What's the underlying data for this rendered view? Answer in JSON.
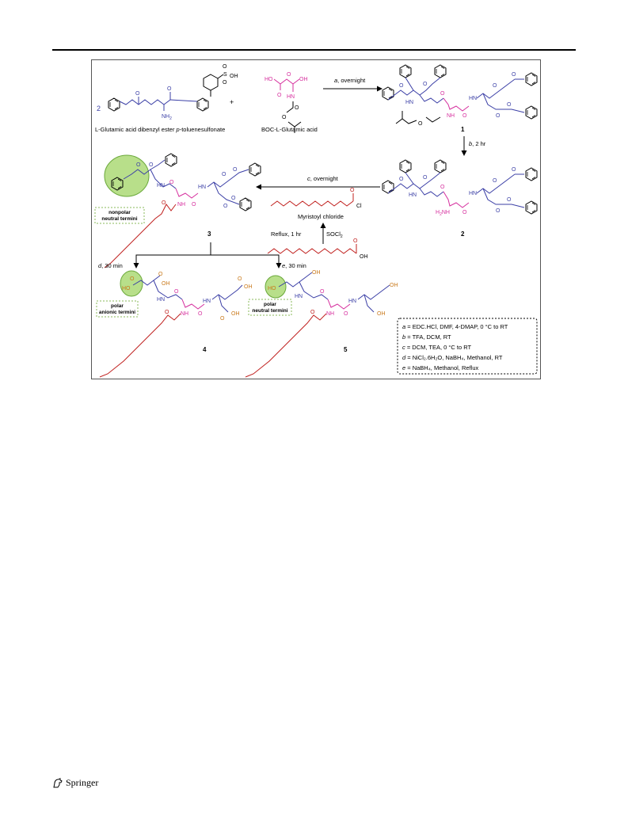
{
  "colors": {
    "blue": "#3b3fa6",
    "magenta": "#d62f9e",
    "red": "#c0201e",
    "orange": "#c9781a",
    "highlight": "#b8df8a",
    "highlight_stroke": "#6aa83a",
    "label_box_stroke": "#8ab85a"
  },
  "reactants": {
    "coefficient": "2",
    "glutamic_ester_name": "L-Glutamic acid dibenzyl ester ",
    "glutamic_ester_name_italic": "p",
    "glutamic_ester_name_tail": "-toluenesulfonate",
    "plus": "+",
    "boc_name": "BOC-L-Glutamic acid"
  },
  "steps": {
    "a": {
      "letter": "a",
      "text": ", overnight"
    },
    "b": {
      "letter": "b",
      "text": ", 2 hr"
    },
    "c": {
      "letter": "c",
      "text": ", overnight"
    },
    "d": {
      "letter": "d",
      "text": ", 30 min"
    },
    "e": {
      "letter": "e",
      "text": ", 30 min"
    }
  },
  "atoms": {
    "nh": "NH",
    "hn": "HN",
    "nh2": "NH",
    "h2n": "H",
    "two": "2",
    "o": "O",
    "oh": "OH",
    "ho": "HO",
    "cl": "Cl",
    "s": "S",
    "soh": "OH"
  },
  "compounds": {
    "c1": "1",
    "c2": "2",
    "c3": "3",
    "c4": "4",
    "c5": "5"
  },
  "myristoyl": {
    "name": "Myristoyl chloride",
    "reflux": "Reflux, 1 hr",
    "reagent": "SOCl",
    "reagent_sub": "2"
  },
  "termini": {
    "nonpolar_line1": "nonpolar",
    "nonpolar_line2": "neutral termini",
    "polar_anionic_line1": "polar",
    "polar_anionic_line2": "anionic termini",
    "polar_neutral_line1": "polar",
    "polar_neutral_line2": "neutral termini"
  },
  "legend": [
    {
      "letter": "a",
      "text": " = EDC.HCl, DMF, 4-DMAP, 0 °C to RT"
    },
    {
      "letter": "b",
      "text": " = TFA, DCM, RT"
    },
    {
      "letter": "c",
      "text": " = DCM, TEA, 0 °C to RT"
    },
    {
      "letter": "d",
      "text": " = NiCl₂.6H₂O, NaBH₄, Methanol, RT"
    },
    {
      "letter": "e",
      "text": " = NaBH₄, Methanol, Reflux"
    }
  ],
  "footer": {
    "publisher": "Springer",
    "logo_icon": "springer-horse-icon"
  }
}
